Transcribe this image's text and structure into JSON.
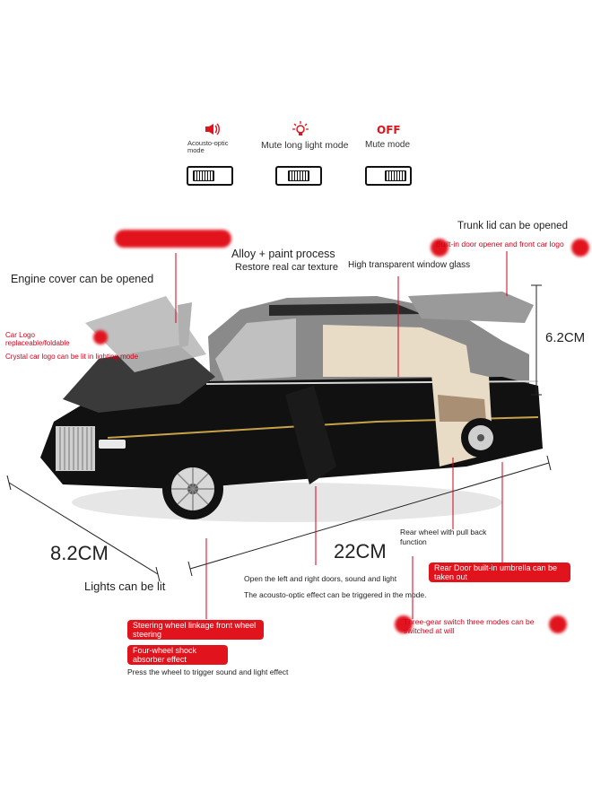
{
  "modes": [
    {
      "icon": "speaker-icon",
      "label": "Acousto-optic mode"
    },
    {
      "icon": "light-icon",
      "label": "Mute long light mode"
    },
    {
      "icon": "off-icon",
      "icon_text": "OFF",
      "label": "Mute mode"
    }
  ],
  "features": {
    "alloy": "Alloy + paint process",
    "restore": "Restore real car texture",
    "engine_cover": "Engine cover can be opened",
    "window_glass": "High transparent window glass",
    "trunk": "Trunk lid can be opened",
    "door_opener": "Built-in door opener and front car logo",
    "car_logo": "Car Logo replaceable/foldable",
    "crystal_logo": "Crystal car logo can be lit in lighting mode",
    "lights": "Lights can be lit",
    "rear_wheel": "Rear wheel with pull back function",
    "doors_sound": "Open the left and right doors, sound and light",
    "acousto_trigger": "The acousto-optic effect can be triggered in the mode.",
    "umbrella": "Rear Door built-in umbrella can be taken out",
    "steering": "Steering wheel linkage front wheel steering",
    "shock": "Four-wheel shock absorber effect",
    "three_gear": "Three-gear switch three modes can be switched at will",
    "press_wheel": "Press the wheel to trigger sound and light effect"
  },
  "dimensions": {
    "height": "6.2CM",
    "width": "8.2CM",
    "length": "22CM"
  },
  "colors": {
    "accent_red": "#e1141e",
    "car_body": "#111111",
    "interior": "#e8dcc6"
  }
}
